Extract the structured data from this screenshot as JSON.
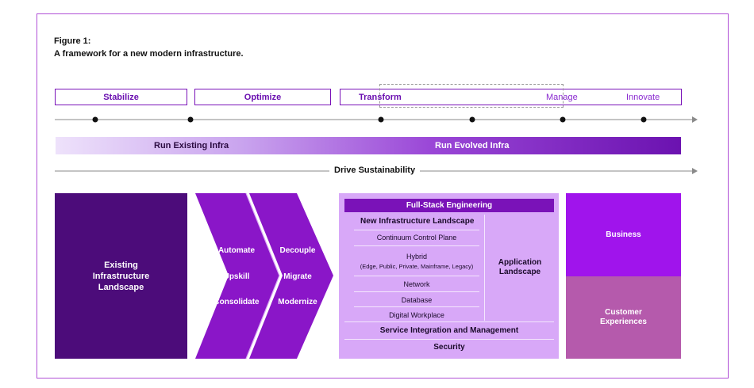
{
  "figure": {
    "label": "Figure 1:",
    "title": "A framework for a new modern infrastructure."
  },
  "phases": {
    "stabilize": "Stabilize",
    "optimize": "Optimize",
    "transform": "Transform",
    "manage": "Manage",
    "innovate": "Innovate"
  },
  "run_bar": {
    "existing": "Run Existing Infra",
    "evolved": "Run Evolved Infra"
  },
  "sustainability": "Drive Sustainability",
  "existing_landscape": "Existing Infrastructure Landscape",
  "chevron_1": {
    "items": [
      "Automate",
      "Upskill",
      "Consolidate"
    ]
  },
  "chevron_2": {
    "items": [
      "Decouple",
      "Migrate",
      "Modernize"
    ]
  },
  "full_stack": {
    "header": "Full-Stack Engineering",
    "new_infra_title": "New Infrastructure Landscape",
    "continuum": "Continuum Control Plane",
    "hybrid": "Hybrid",
    "hybrid_detail": "(Edge, Public, Private, Mainframe, Legacy)",
    "network": "Network",
    "database": "Database",
    "digital_workplace": "Digital Workplace",
    "application_landscape": "Application Landscape",
    "service_integration": "Service Integration and Management",
    "security": "Security"
  },
  "outcomes": {
    "business": "Business",
    "customer": "Customer Experiences"
  },
  "colors": {
    "frame": "#b04fd6",
    "deep_purple": "#4c0c7a",
    "chevron_purple": "#8a16c8",
    "accent_purple": "#7a12b8",
    "panel_lavender": "#d8a8f8",
    "business_purple": "#a014ec",
    "customer_mauve": "#b55aac"
  }
}
